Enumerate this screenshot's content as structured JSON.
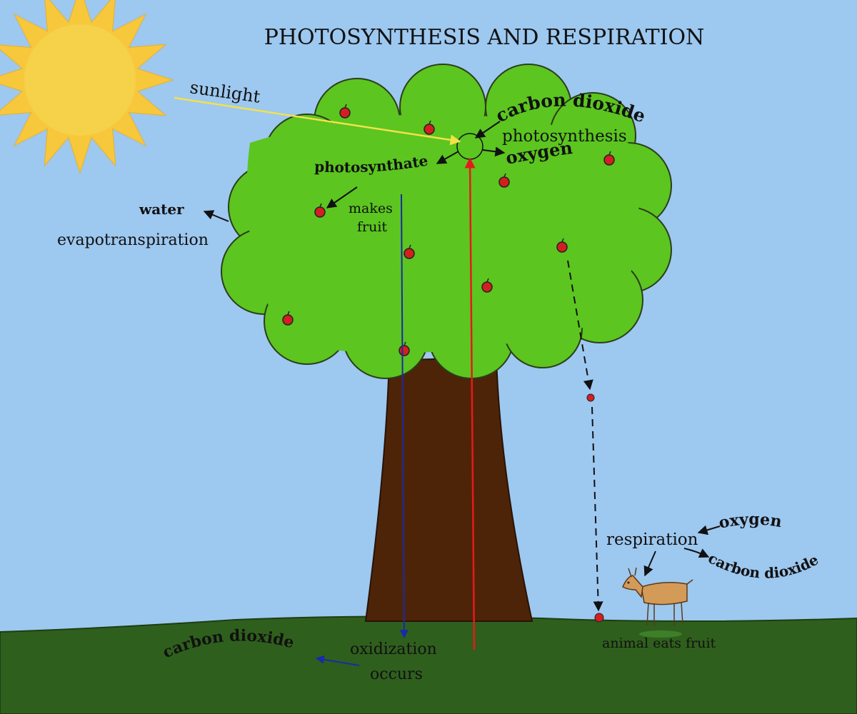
{
  "title": "PHOTOSYNTHESIS AND RESPIRATION",
  "labels": {
    "sunlight": "sunlight",
    "carbon_dioxide_top": "carbon dioxide",
    "photosynthesis": "photosynthesis",
    "oxygen_top": "oxygen",
    "photosynthate": "photosynthate",
    "makes": "makes",
    "fruit": "fruit",
    "water": "water",
    "evapotranspiration": "evapotranspiration",
    "respiration": "respiration",
    "oxygen_animal": "oxygen",
    "carbon_dioxide_animal": "carbon dioxide",
    "animal_eats_fruit": "animal eats fruit",
    "carbon_dioxide_ground": "carbon dioxide",
    "oxidization": "oxidization",
    "occurs": "occurs"
  },
  "colors": {
    "sky": "#9dc8f0",
    "sun": "#f7c83c",
    "sun_center": "#f5d24a",
    "canopy": "#5cc520",
    "trunk": "#4e2409",
    "ground": "#2f5f1d",
    "fruit": "#d41f1f",
    "sunlight_arrow": "#f2e24a",
    "up_arrow": "#e8191b",
    "down_arrow": "#1a2aa8",
    "animal": "#d49a58"
  }
}
